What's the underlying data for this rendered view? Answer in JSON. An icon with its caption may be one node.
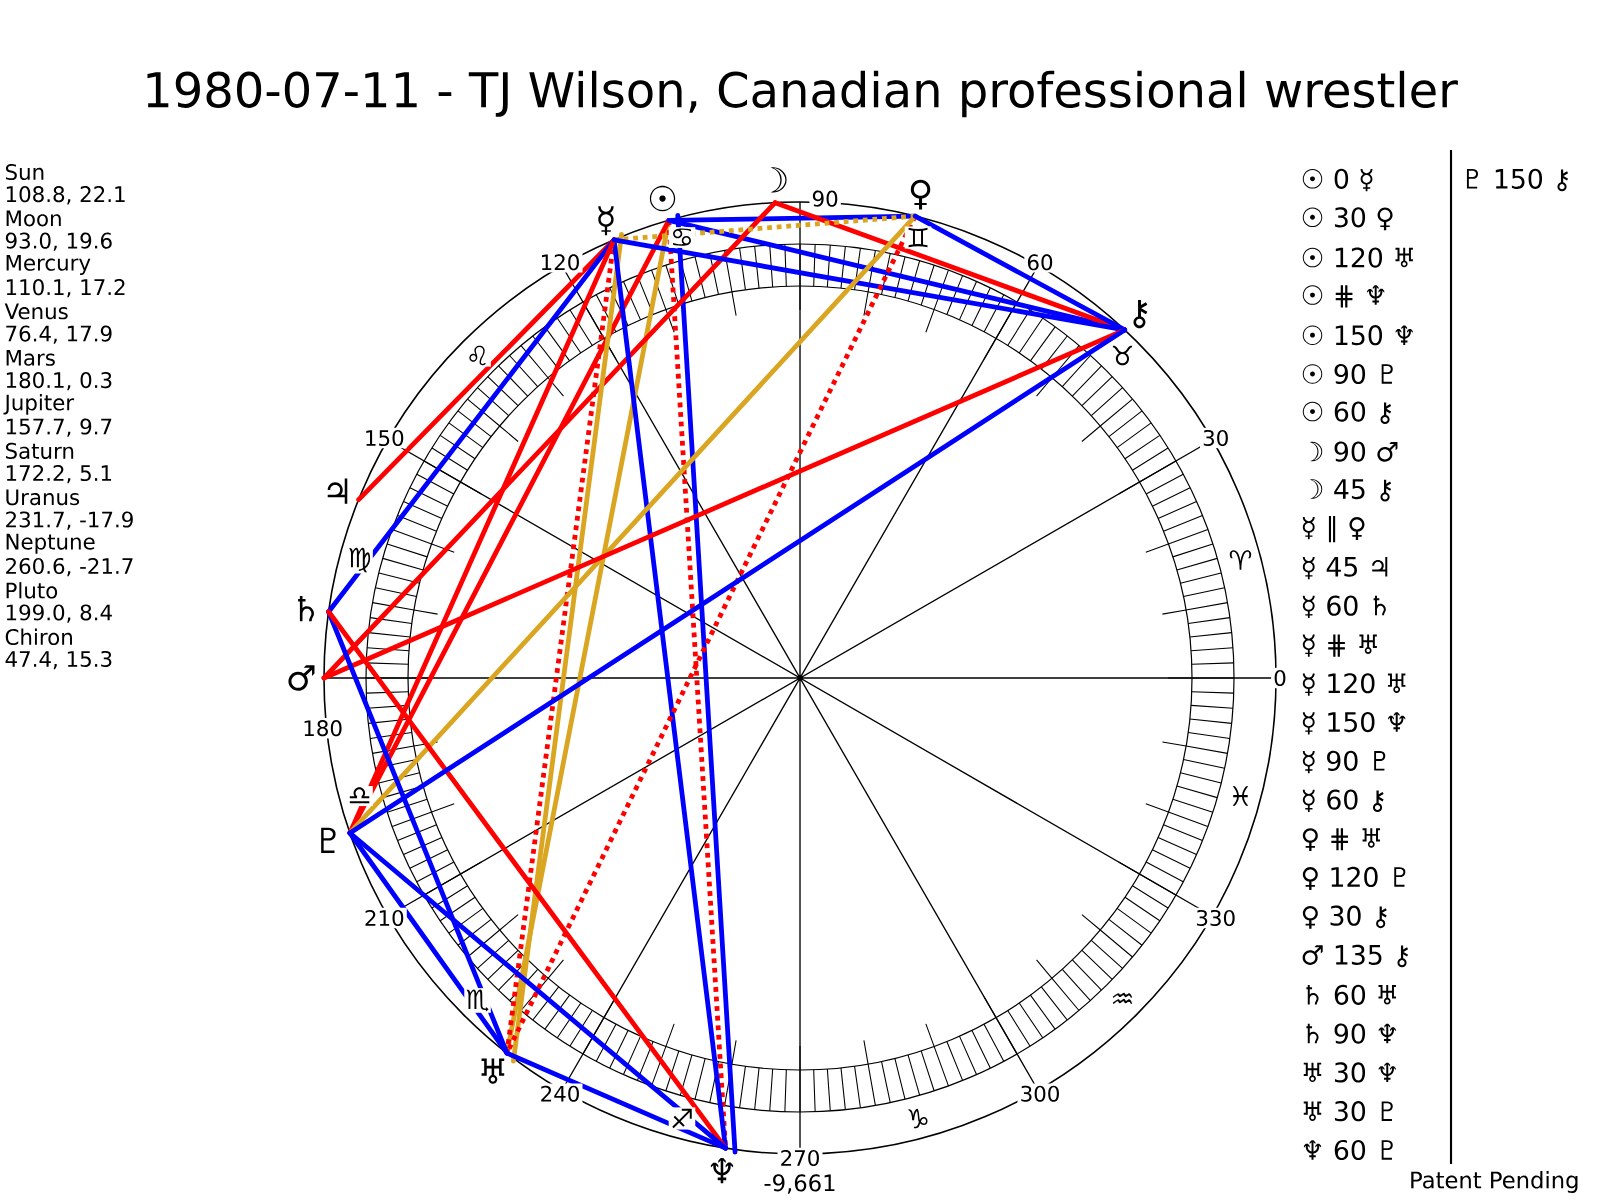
{
  "diagram": {
    "title": "1980-07-11 - TJ Wilson, Canadian professional wrestler",
    "nodes": [
      {
        "text": [
          "☉"
        ]
      },
      {
        "text": [
          "☽"
        ]
      },
      {
        "text": [
          "☿"
        ]
      },
      {
        "text": [
          "♀"
        ]
      },
      {
        "text": [
          "♂"
        ]
      },
      {
        "text": [
          "♃"
        ]
      },
      {
        "text": [
          "♄"
        ]
      },
      {
        "text": [
          "♅"
        ]
      },
      {
        "text": [
          "♆"
        ]
      },
      {
        "text": [
          "♇"
        ]
      },
      {
        "text": [
          "⚷"
        ]
      }
    ],
    "edges": [
      {
        "from": 0,
        "to": 3,
        "arrow": "none"
      },
      {
        "from": 0,
        "to": 7,
        "arrow": "none",
        "color": "#daa520"
      },
      {
        "from": 0,
        "to": 8,
        "arrow": "none",
        "style": "dashed",
        "color": "#ff0000"
      },
      {
        "from": 0,
        "to": 8,
        "arrow": "none"
      },
      {
        "from": 0,
        "to": 9,
        "arrow": "none",
        "color": "#ff0000"
      },
      {
        "from": 0,
        "to": 10,
        "arrow": "none"
      },
      {
        "from": 1,
        "to": 4,
        "arrow": "none",
        "color": "#ff0000"
      },
      {
        "from": 1,
        "to": 10,
        "arrow": "none",
        "color": "#ff0000"
      },
      {
        "from": 2,
        "to": 3,
        "arrow": "none",
        "style": "dashed",
        "color": "#daa520"
      },
      {
        "from": 2,
        "to": 5,
        "arrow": "none",
        "color": "#ff0000"
      },
      {
        "from": 2,
        "to": 6,
        "arrow": "none"
      },
      {
        "from": 2,
        "to": 7,
        "arrow": "none",
        "style": "dashed",
        "color": "#ff0000"
      },
      {
        "from": 2,
        "to": 7,
        "arrow": "none",
        "color": "#daa520"
      },
      {
        "from": 2,
        "to": 8,
        "arrow": "none"
      },
      {
        "from": 2,
        "to": 9,
        "arrow": "none",
        "color": "#ff0000"
      },
      {
        "from": 2,
        "to": 10,
        "arrow": "none"
      },
      {
        "from": 3,
        "to": 7,
        "arrow": "none",
        "style": "dashed",
        "color": "#ff0000"
      },
      {
        "from": 3,
        "to": 9,
        "arrow": "none",
        "color": "#daa520"
      },
      {
        "from": 3,
        "to": 10,
        "arrow": "none"
      },
      {
        "from": 4,
        "to": 10,
        "arrow": "none",
        "color": "#ff0000"
      },
      {
        "from": 6,
        "to": 7,
        "arrow": "none"
      },
      {
        "from": 6,
        "to": 8,
        "arrow": "none",
        "color": "#ff0000"
      },
      {
        "from": 7,
        "to": 8,
        "arrow": "none"
      },
      {
        "from": 7,
        "to": 9,
        "arrow": "none"
      },
      {
        "from": 8,
        "to": 9,
        "arrow": "none"
      },
      {
        "from": 9,
        "to": 10,
        "arrow": "none"
      }
    ],
    "labels": [
      "Sun",
      "108.8, 22.1",
      "Moon",
      "93.0, 19.6",
      "Mercury",
      "110.1, 17.2",
      "Venus",
      "76.4, 17.9",
      "Mars",
      "180.1, 0.3",
      "Jupiter",
      "157.7, 9.7",
      "Saturn",
      "172.2, 5.1",
      "Uranus",
      "231.7, -17.9",
      "Neptune",
      "260.6, -21.7",
      "Pluto",
      "199.0, 8.4",
      "Chiron",
      "47.4, 15.3",
      "0",
      "30",
      "60",
      "90",
      "120",
      "150",
      "180",
      "210",
      "240",
      "270",
      "300",
      "330",
      "-9,661",
      "♈",
      "♉",
      "♊",
      "♋",
      "♌",
      "♍",
      "♎",
      "♏",
      "♐",
      "♑",
      "♒",
      "♓",
      "☉ 0 ☿",
      "☉ 30 ♀",
      "☉ 120 ♅",
      "☉ ⋕ ♆",
      "☉ 150 ♆",
      "☉ 90 ♇",
      "☉ 60 ⚷",
      "☽ 90 ♂",
      "☽ 45 ⚷",
      "☿ ∥ ♀",
      "☿ 45 ♃",
      "☿ 60 ♄",
      "☿ ⋕ ♅",
      "☿ 120 ♅",
      "☿ 150 ♆",
      "☿ 90 ♇",
      "☿ 60 ⚷",
      "♀ ⋕ ♅",
      "♀ 120 ♇",
      "♀ 30 ⚷",
      "♂ 135 ⚷",
      "♄ 60 ♅",
      "♄ 90 ♆",
      "♅ 30 ♆",
      "♅ 30 ♇",
      "♆ 60 ♇",
      "♇ 150 ⚷",
      "Patent Pending"
    ]
  }
}
